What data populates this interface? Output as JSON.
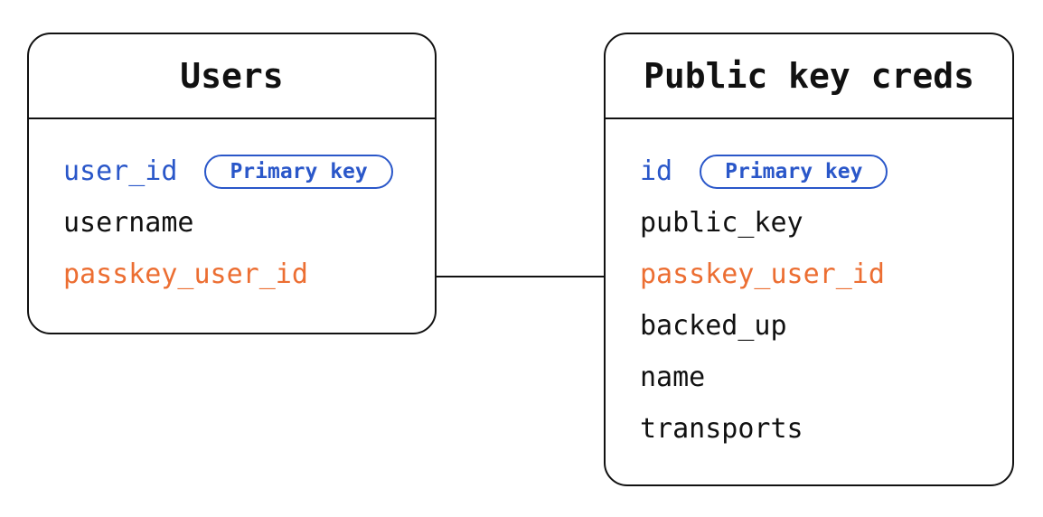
{
  "diagram": {
    "type": "entity-relationship",
    "colors": {
      "primary_key_blue": "#2a57c9",
      "foreign_key_orange": "#ec6e32",
      "line_black": "#111111",
      "background": "#ffffff"
    },
    "tables": [
      {
        "title": "Users",
        "rows": [
          {
            "label": "user_id",
            "badge": "Primary key"
          },
          {
            "label": "username"
          },
          {
            "label": "passkey_user_id"
          }
        ]
      },
      {
        "title": "Public key creds",
        "rows": [
          {
            "label": "id",
            "badge": "Primary key"
          },
          {
            "label": "public_key"
          },
          {
            "label": "passkey_user_id"
          },
          {
            "label": "backed_up"
          },
          {
            "label": "name"
          },
          {
            "label": "transports"
          }
        ]
      }
    ],
    "relationship": {
      "from": "Users.passkey_user_id",
      "to": "Public key creds.passkey_user_id"
    }
  }
}
